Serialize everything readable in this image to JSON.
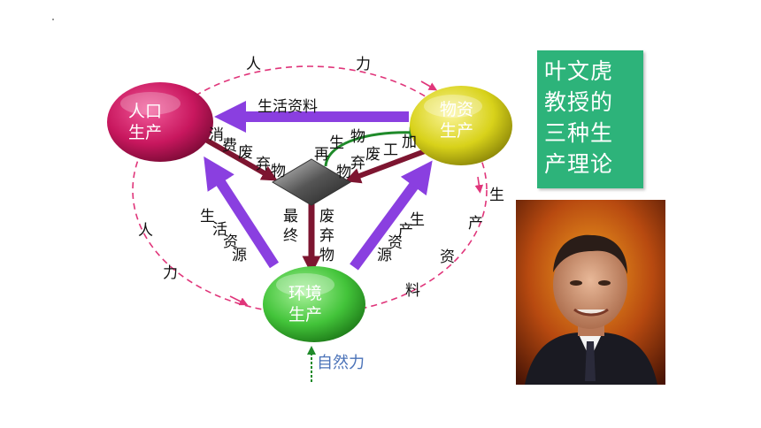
{
  "title_card": {
    "lines": [
      "叶文虎",
      "教授的",
      "三种生",
      "产理论"
    ]
  },
  "nodes": {
    "population": {
      "line1": "人口",
      "line2": "生产",
      "color": "#c8175e"
    },
    "material": {
      "line1": "物资",
      "line2": "生产",
      "color": "#d8d21a"
    },
    "environment": {
      "line1": "环境",
      "line2": "生产",
      "color": "#43c43a"
    }
  },
  "arrows": {
    "living_materials": "生活资料",
    "consumption_waste": [
      "消",
      "费",
      "废",
      "弃",
      "物"
    ],
    "recycled": [
      "再",
      "生",
      "物"
    ],
    "processing_waste": [
      "加",
      "工",
      "废",
      "弃",
      "物"
    ],
    "final_waste_left": [
      "最",
      "终"
    ],
    "final_waste_right": [
      "废",
      "弃",
      "物"
    ],
    "living_resources": [
      "生",
      "活",
      "资",
      "源"
    ],
    "production_resources": [
      "生",
      "产",
      "资",
      "源"
    ]
  },
  "cycle": {
    "top": [
      "人",
      "力"
    ],
    "left": [
      "人",
      "力"
    ],
    "right": [
      "生",
      "产",
      "资",
      "料"
    ]
  },
  "nature_force": "自然力",
  "colors": {
    "cycle_dash": "#e0357a",
    "purple": "#8a3fe0",
    "maroon": "#7d1530",
    "green_arrow": "#1f8a2a",
    "nature": "#4a72b8"
  }
}
